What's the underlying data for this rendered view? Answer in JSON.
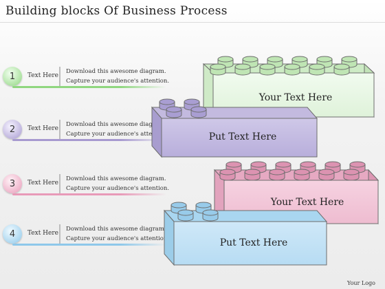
{
  "title": "Building blocks Of Business Process",
  "steps": [
    {
      "number": "1",
      "label": "Text Here:",
      "line1": "Download this awesome diagram.",
      "line2": "Capture your audience's attention.",
      "color": "#8fd67f"
    },
    {
      "number": "2",
      "label": "Text Here:",
      "line1": "Download this awesome diagram.",
      "line2": "Capture your audience's attention.",
      "color": "#a79ad0"
    },
    {
      "number": "3",
      "label": "Text Here:",
      "line1": "Download this awesome diagram.",
      "line2": "Capture your audience's attention.",
      "color": "#e89ab8"
    },
    {
      "number": "4",
      "label": "Text Here:",
      "line1": "Download this awesome diagram.",
      "line2": "Capture your audience's attention.",
      "color": "#8ec8ea"
    }
  ],
  "blocks": [
    {
      "text": "Your Text Here",
      "color": "green"
    },
    {
      "text": "Put Text Here",
      "color": "purple"
    },
    {
      "text": "Your Text Here",
      "color": "pink"
    },
    {
      "text": "Put Text Here",
      "color": "blue"
    }
  ],
  "logo": "Your Logo"
}
